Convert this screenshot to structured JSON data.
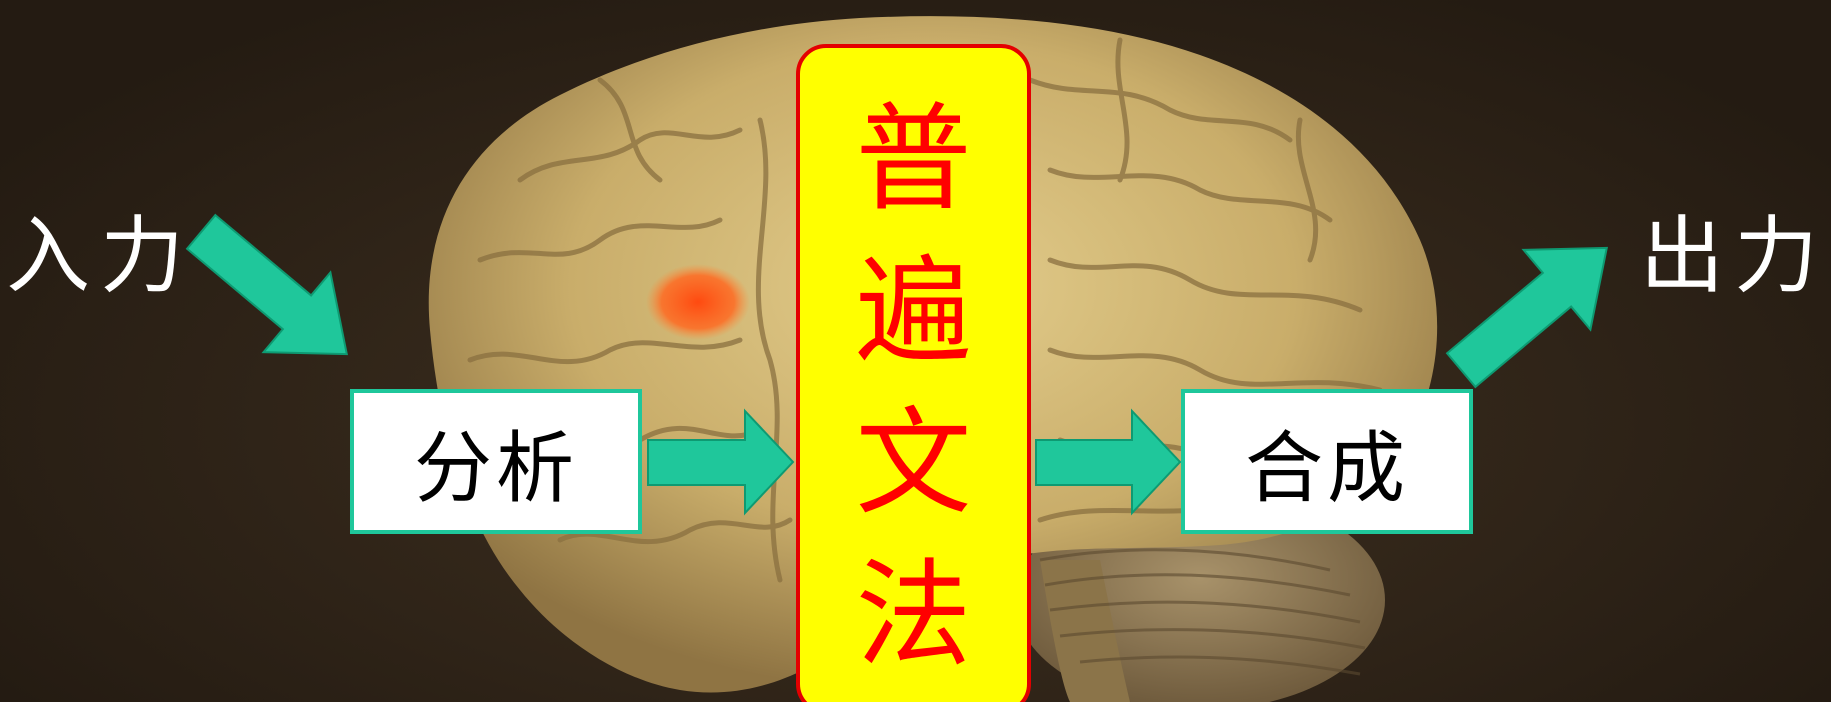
{
  "diagram": {
    "input_label": "入力",
    "output_label": "出力",
    "analysis_label": "分析",
    "synthesis_label": "合成",
    "universal_grammar": [
      "普",
      "遍",
      "文",
      "法"
    ]
  },
  "colors": {
    "arrow": "#1fc79b",
    "box_border": "#1fc79b",
    "grammar_box_fill": "#ffff00",
    "grammar_box_border": "#e40000",
    "grammar_text": "#ff0000",
    "label_text": "#ffffff",
    "background": "#2b2117",
    "brain": "#c8ad6c",
    "highlight_spot": "#ff5a1a"
  }
}
